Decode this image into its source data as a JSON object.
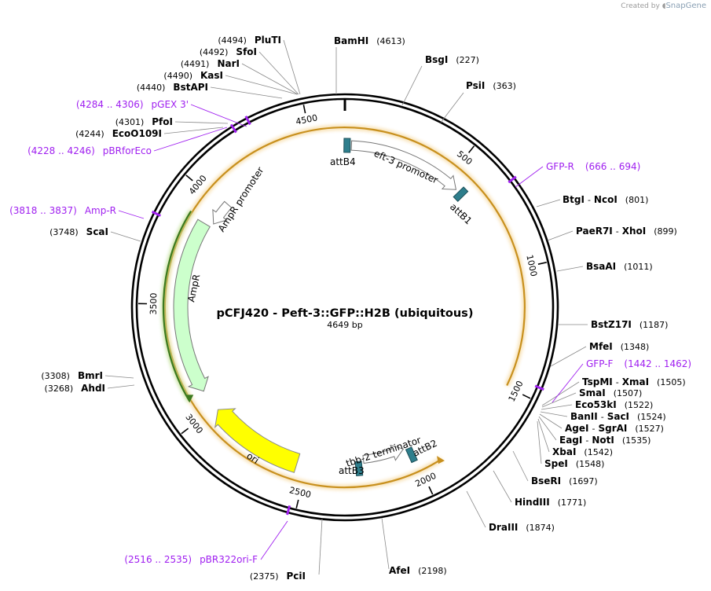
{
  "credit": {
    "prefix": "Created by",
    "brand": "SnapGene"
  },
  "plasmid": {
    "name": "pCFJ420 - Peft-3::GFP::H2B (ubiquitous)",
    "size": 4649,
    "size_label": "4649 bp"
  },
  "ticks": [
    "500",
    "1000",
    "1500",
    "2000",
    "2500",
    "3000",
    "3500",
    "4000",
    "4500"
  ],
  "sites": [
    {
      "name": "BamHI",
      "pos": "(4613)",
      "bp": 4613
    },
    {
      "name": "BsgI",
      "pos": "(227)",
      "bp": 227
    },
    {
      "name": "PsiI",
      "pos": "(363)",
      "bp": 363
    },
    {
      "name": "BtgI",
      "sep": "-",
      "name2": "NcoI",
      "pos": "(801)",
      "bp": 801
    },
    {
      "name": "PaeR7I",
      "sep": "-",
      "name2": "XhoI",
      "pos": "(899)",
      "bp": 899
    },
    {
      "name": "BsaAI",
      "pos": "(1011)",
      "bp": 1011
    },
    {
      "name": "BstZ17I",
      "pos": "(1187)",
      "bp": 1187
    },
    {
      "name": "MfeI",
      "pos": "(1348)",
      "bp": 1348
    },
    {
      "name": "TspMI",
      "sep": "-",
      "name2": "XmaI",
      "pos": "(1505)",
      "bp": 1505
    },
    {
      "name": "SmaI",
      "pos": "(1507)",
      "bp": 1507
    },
    {
      "name": "Eco53kI",
      "pos": "(1522)",
      "bp": 1522
    },
    {
      "name": "BanII",
      "sep": "-",
      "name2": "SacI",
      "pos": "(1524)",
      "bp": 1524
    },
    {
      "name": "AgeI",
      "sep": "-",
      "name2": "SgrAI",
      "pos": "(1527)",
      "bp": 1527
    },
    {
      "name": "EagI",
      "sep": "-",
      "name2": "NotI",
      "pos": "(1535)",
      "bp": 1535
    },
    {
      "name": "XbaI",
      "pos": "(1542)",
      "bp": 1542
    },
    {
      "name": "SpeI",
      "pos": "(1548)",
      "bp": 1548
    },
    {
      "name": "BseRI",
      "pos": "(1697)",
      "bp": 1697
    },
    {
      "name": "HindIII",
      "pos": "(1771)",
      "bp": 1771
    },
    {
      "name": "DraIII",
      "pos": "(1874)",
      "bp": 1874
    },
    {
      "name": "AfeI",
      "pos": "(2198)",
      "bp": 2198
    },
    {
      "name": "PciI",
      "pos": "(2375)",
      "bp": 2375
    },
    {
      "name": "AhdI",
      "pos": "(3268)",
      "bp": 3268
    },
    {
      "name": "BmrI",
      "pos": "(3308)",
      "bp": 3308
    },
    {
      "name": "ScaI",
      "pos": "(3748)",
      "bp": 3748
    },
    {
      "name": "EcoO109I",
      "pos": "(4244)",
      "bp": 4244
    },
    {
      "name": "PfoI",
      "pos": "(4301)",
      "bp": 4301
    },
    {
      "name": "BstAPI",
      "pos": "(4440)",
      "bp": 4440
    },
    {
      "name": "KasI",
      "pos": "(4490)",
      "bp": 4490
    },
    {
      "name": "NarI",
      "pos": "(4491)",
      "bp": 4491
    },
    {
      "name": "SfoI",
      "pos": "(4492)",
      "bp": 4492
    },
    {
      "name": "PluTI",
      "pos": "(4494)",
      "bp": 4494
    }
  ],
  "primers": [
    {
      "name": "GFP-R",
      "range": "(666 .. 694)",
      "from": 666,
      "to": 694
    },
    {
      "name": "GFP-F",
      "range": "(1442 .. 1462)",
      "from": 1442,
      "to": 1462
    },
    {
      "name": "pBR322ori-F",
      "range": "(2516 .. 2535)",
      "from": 2516,
      "to": 2535
    },
    {
      "name": "Amp-R",
      "range": "(3818 .. 3837)",
      "from": 3818,
      "to": 3837
    },
    {
      "name": "pBRforEco",
      "range": "(4228 .. 4246)",
      "from": 4228,
      "to": 4246
    },
    {
      "name": "pGEX 3'",
      "range": "(4284 .. 4306)",
      "from": 4284,
      "to": 4306
    }
  ],
  "features": [
    {
      "name": "attB4",
      "type": "att",
      "color": "#2e7e8c"
    },
    {
      "name": "eft-3 promoter",
      "type": "promoter",
      "color": "#ffffff"
    },
    {
      "name": "attB1",
      "type": "att",
      "color": "#2e7e8c"
    },
    {
      "name": "attB2",
      "type": "att",
      "color": "#2e7e8c"
    },
    {
      "name": "tbb-2 terminator",
      "type": "terminator",
      "color": "#ffffff"
    },
    {
      "name": "attB3",
      "type": "att",
      "color": "#2e7e8c"
    },
    {
      "name": "ori",
      "type": "rep_origin",
      "color": "#ffff00"
    },
    {
      "name": "AmpR",
      "type": "CDS",
      "color": "#ccffcc"
    },
    {
      "name": "AmpR promoter",
      "type": "promoter",
      "color": "#ffffff"
    }
  ],
  "colors": {
    "ring": "#000000",
    "primer": "#a020f0",
    "att": "#2e7e8c",
    "ori": "#ffff00",
    "ampr": "#ccffcc",
    "orf_orange": "#c8901e",
    "orf_green": "#3c7a1e"
  }
}
